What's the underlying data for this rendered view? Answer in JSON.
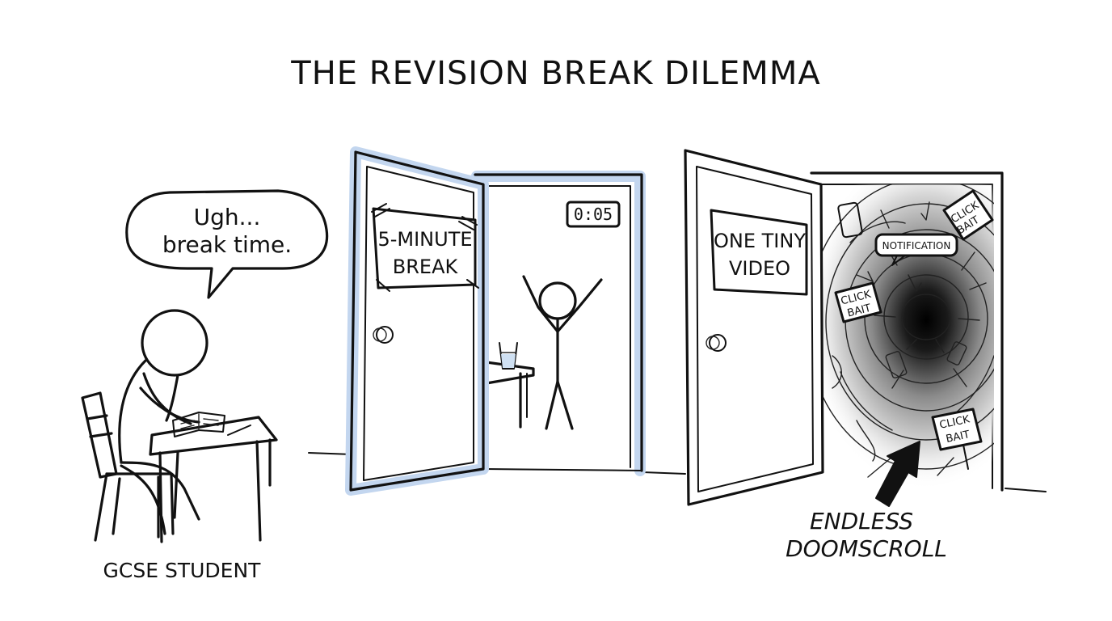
{
  "title": "THE REVISION BREAK DILEMMA",
  "student": {
    "speech_line1": "Ugh...",
    "speech_line2": "break time.",
    "caption": "GCSE STUDENT"
  },
  "break_door": {
    "sign_line1": "5-MINUTE",
    "sign_line2": "BREAK",
    "timer": "0:05"
  },
  "video_door": {
    "sign_line1": "ONE TINY",
    "sign_line2": "VIDEO",
    "maze_sign_top": {
      "line1": "CLICK",
      "line2": "BAIT"
    },
    "maze_sign_left": {
      "line1": "CLICK",
      "line2": "BAIT"
    },
    "maze_sign_bottom": {
      "line1": "CLICK",
      "line2": "BAIT"
    },
    "maze_notification": "NOTIFICATION",
    "caption_line1": "ENDLESS",
    "caption_line2": "DOOMSCROLL"
  },
  "colors": {
    "ink": "#111111",
    "highlight_blue": "#c3d6ef",
    "background": "#ffffff"
  }
}
